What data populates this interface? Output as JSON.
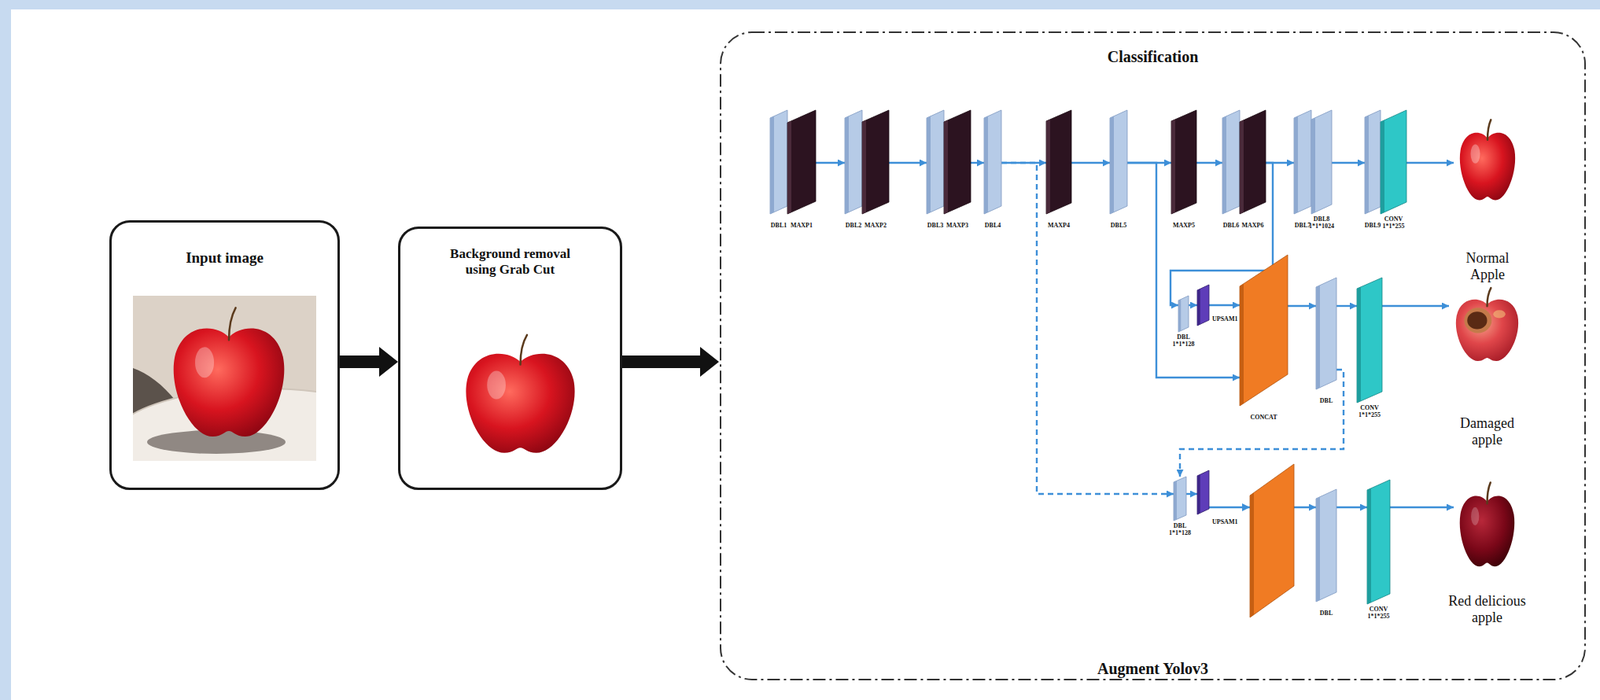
{
  "diagram": {
    "nodes": [
      {
        "text": [
          "Input image"
        ]
      },
      {
        "text": [
          "Background removal using Grab Cut"
        ]
      },
      {
        "text": [
          "Classification",
          "Augment Yolov3"
        ]
      },
      {
        "text": [
          "DBL1"
        ],
        "in": 2
      },
      {
        "text": [
          "MAXP1"
        ],
        "in": 2
      },
      {
        "text": [
          "DBL2"
        ],
        "in": 2
      },
      {
        "text": [
          "MAXP2"
        ],
        "in": 2
      },
      {
        "text": [
          "DBL3"
        ],
        "in": 2
      },
      {
        "text": [
          "MAXP3"
        ],
        "in": 2
      },
      {
        "text": [
          "DBL4"
        ],
        "in": 2
      },
      {
        "text": [
          "MAXP4"
        ],
        "in": 2
      },
      {
        "text": [
          "DBL5"
        ],
        "in": 2
      },
      {
        "text": [
          "MAXP5"
        ],
        "in": 2
      },
      {
        "text": [
          "DBL6"
        ],
        "in": 2
      },
      {
        "text": [
          "MAXP6"
        ],
        "in": 2
      },
      {
        "text": [
          "DBL7"
        ],
        "in": 2
      },
      {
        "text": [
          "DBL8 1*1*1024"
        ],
        "in": 2
      },
      {
        "text": [
          "DBL9"
        ],
        "in": 2
      },
      {
        "text": [
          "CONV 1*1*255"
        ],
        "in": 2
      },
      {
        "text": [
          "Normal Apple"
        ],
        "in": 2
      },
      {
        "text": [
          "DBL 1*1*128"
        ],
        "in": 2
      },
      {
        "text": [
          "UPSAM1"
        ],
        "in": 2
      },
      {
        "text": [
          "CONCAT"
        ],
        "in": 2
      },
      {
        "text": [
          "DBL"
        ],
        "in": 2
      },
      {
        "text": [
          "CONV 1*1*255"
        ],
        "in": 2
      },
      {
        "text": [
          "Damaged apple"
        ],
        "in": 2
      },
      {
        "text": [
          "DBL 1*1*128"
        ],
        "in": 2
      },
      {
        "text": [
          "UPSAM1"
        ],
        "in": 2
      },
      {
        "text": [
          "DBL"
        ],
        "in": 2
      },
      {
        "text": [
          "CONV 1*1*255"
        ],
        "in": 2
      },
      {
        "text": [
          "Red delicious apple"
        ],
        "in": 2
      }
    ],
    "edges": [
      {
        "from": 0,
        "to": 1,
        "arrow": "to"
      },
      {
        "from": 1,
        "to": 2,
        "arrow": "to"
      },
      {
        "from": 4,
        "to": 5,
        "arrow": "to"
      },
      {
        "from": 6,
        "to": 7,
        "arrow": "to"
      },
      {
        "from": 8,
        "to": 9,
        "arrow": "to"
      },
      {
        "from": 9,
        "to": 10,
        "arrow": "to"
      },
      {
        "from": 10,
        "to": 11,
        "arrow": "to"
      },
      {
        "from": 11,
        "to": 12,
        "arrow": "to"
      },
      {
        "from": 12,
        "to": 13,
        "arrow": "to"
      },
      {
        "from": 14,
        "to": 15,
        "arrow": "to"
      },
      {
        "from": 16,
        "to": 17,
        "arrow": "to"
      },
      {
        "from": 18,
        "to": 19,
        "arrow": "to"
      },
      {
        "from": 14,
        "to": 20,
        "arrow": "to"
      },
      {
        "from": 20,
        "to": 21,
        "arrow": "to"
      },
      {
        "from": 21,
        "to": 22,
        "arrow": "to"
      },
      {
        "from": 11,
        "to": 22,
        "arrow": "to"
      },
      {
        "from": 22,
        "to": 23,
        "arrow": "to"
      },
      {
        "from": 23,
        "to": 24,
        "arrow": "to"
      },
      {
        "from": 24,
        "to": 25,
        "arrow": "to"
      },
      {
        "from": 9,
        "to": 26,
        "arrow": "to"
      },
      {
        "from": 23,
        "to": 26,
        "arrow": "to"
      },
      {
        "from": 26,
        "to": 27,
        "arrow": "to"
      },
      {
        "from": 27,
        "to": 28,
        "arrow": "to"
      },
      {
        "from": 28,
        "to": 29,
        "arrow": "to"
      },
      {
        "from": 29,
        "to": 30,
        "arrow": "to"
      }
    ]
  }
}
